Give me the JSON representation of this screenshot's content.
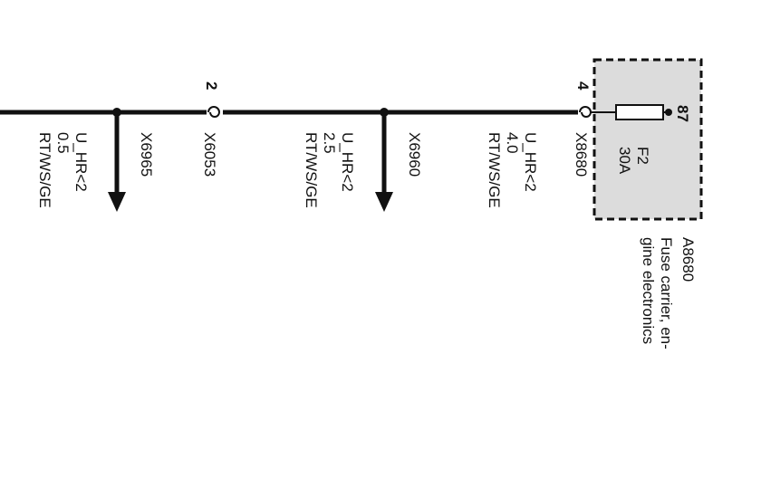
{
  "component": {
    "id": "A8680",
    "name_line1": "Fuse carrier, en-",
    "name_line2": "gine electronics",
    "fuse_id": "F2",
    "fuse_rating": "30A",
    "pin": "87",
    "fill": "#dcdcdc"
  },
  "connectors": [
    {
      "id": "X8680",
      "pin": "4"
    },
    {
      "id": "X6053",
      "pin": "2"
    }
  ],
  "splices": [
    {
      "id": "X6960"
    },
    {
      "id": "X6965"
    }
  ],
  "wires": [
    {
      "signal": "U_HR<2",
      "size": "4.0",
      "color_code": "RT/WS/GE"
    },
    {
      "signal": "U_HR<2",
      "size": "2.5",
      "color_code": "RT/WS/GE"
    },
    {
      "signal": "U_HR<2",
      "size": "0.5",
      "color_code": "RT/WS/GE"
    }
  ]
}
